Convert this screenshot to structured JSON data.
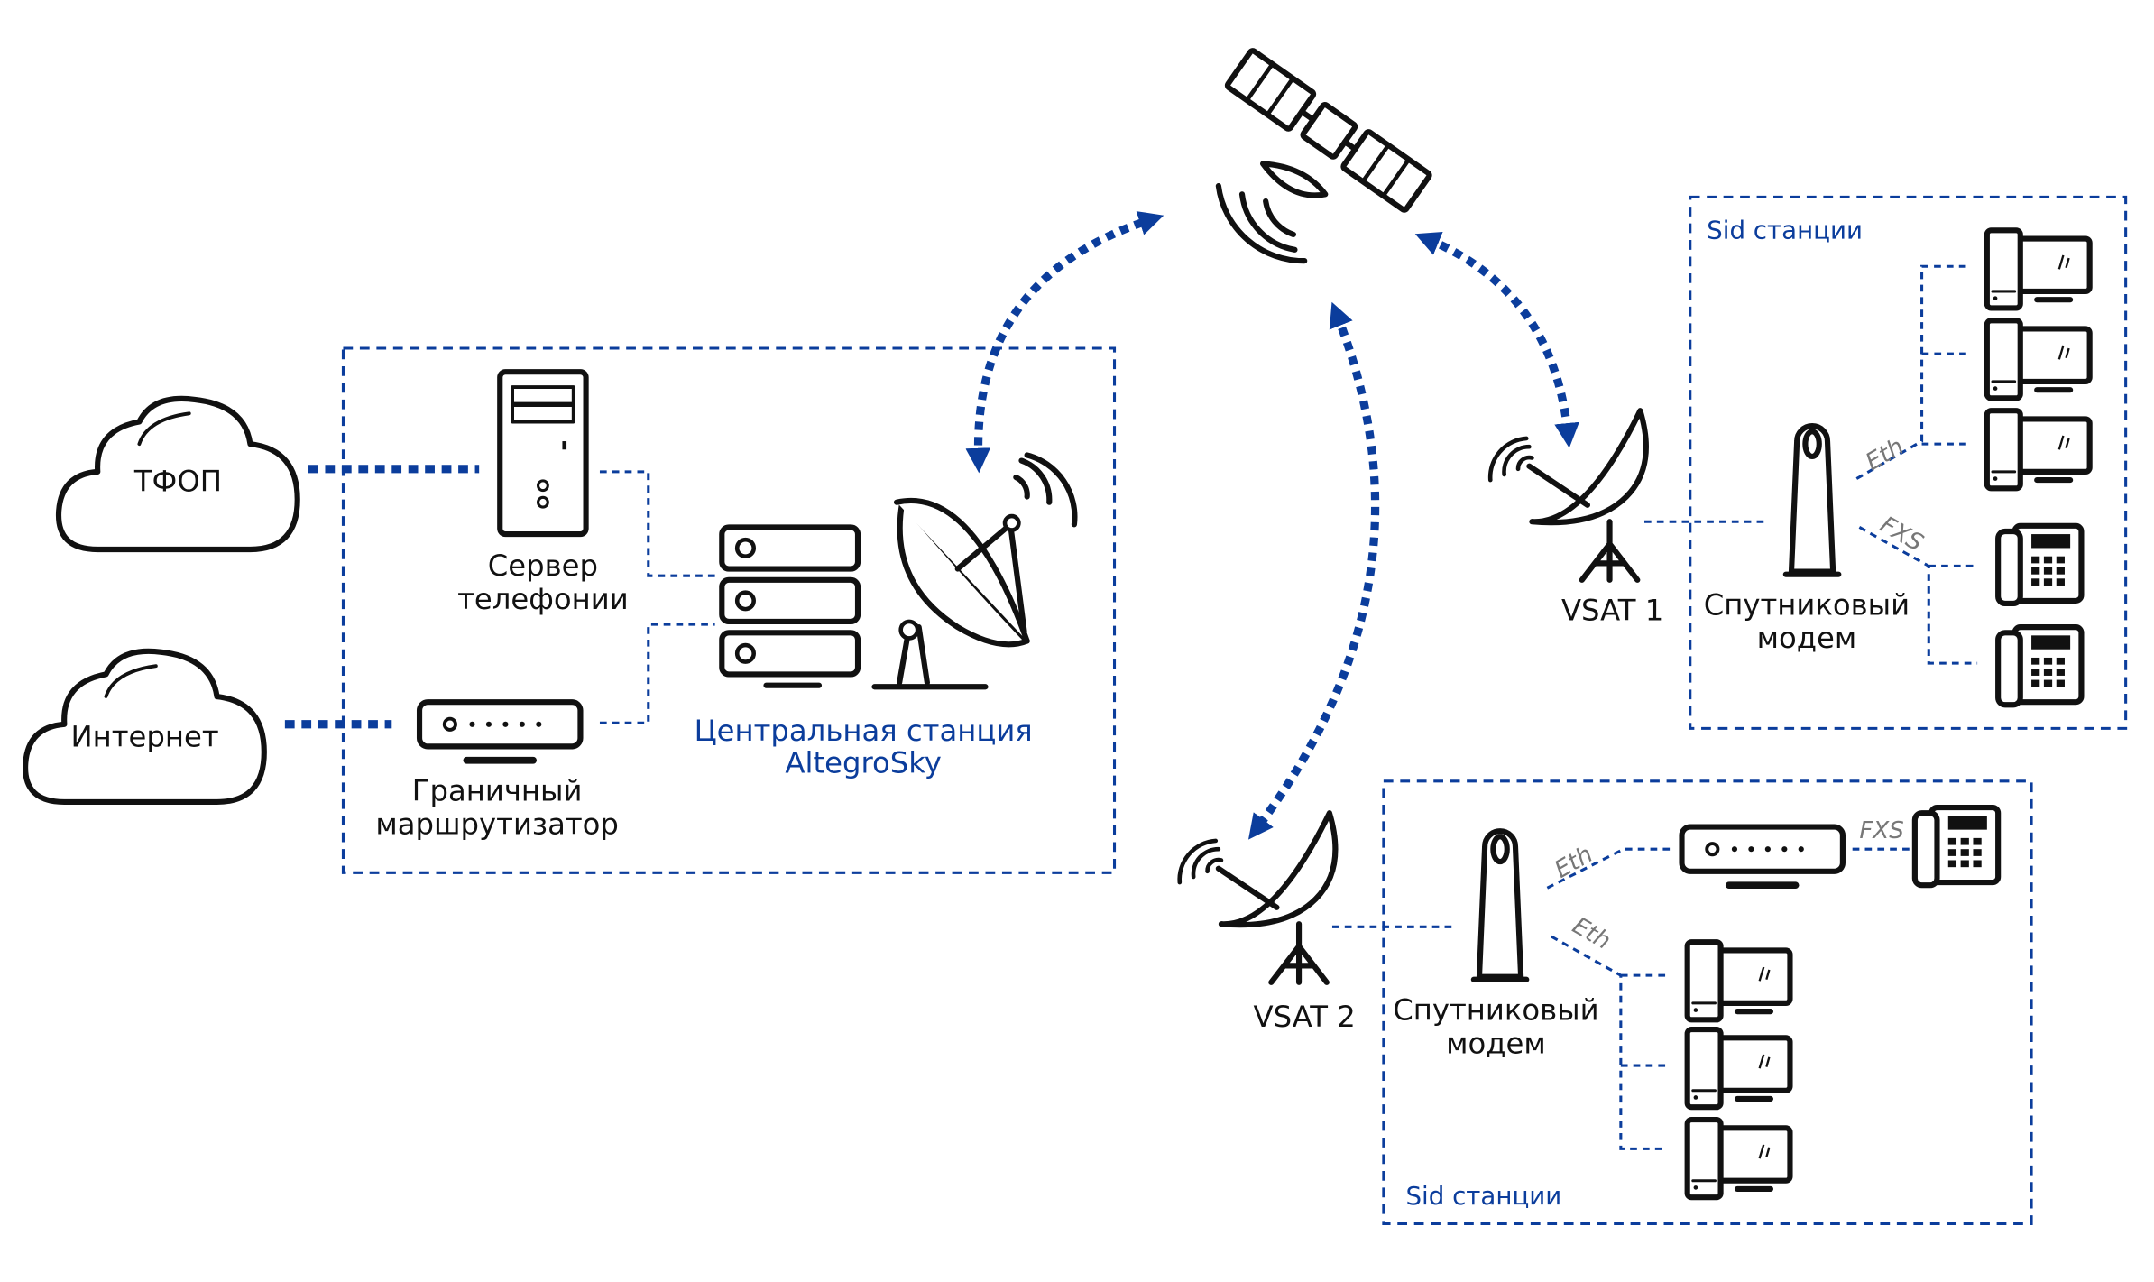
{
  "colors": {
    "accent": "#0b3d9c",
    "stroke": "#111111"
  },
  "clouds": {
    "pstn": "ТФОП",
    "internet": "Интернет"
  },
  "central": {
    "server_line1": "Сервер",
    "server_line2": "телефонии",
    "router_line1": "Граничный",
    "router_line2": "маршрутизатор",
    "station_line1": "Центральная станция",
    "station_line2": "AltegroSky"
  },
  "site1": {
    "vsat": "VSAT 1",
    "box_title": "Sid станции",
    "modem_line1": "Спутниковый",
    "modem_line2": "модем",
    "eth": "Eth",
    "fxs": "FXS"
  },
  "site2": {
    "vsat": "VSAT 2",
    "box_title": "Sid станции",
    "modem_line1": "Спутниковый",
    "modem_line2": "модем",
    "eth_top": "Eth",
    "eth_bottom": "Eth",
    "fxs": "FXS"
  }
}
